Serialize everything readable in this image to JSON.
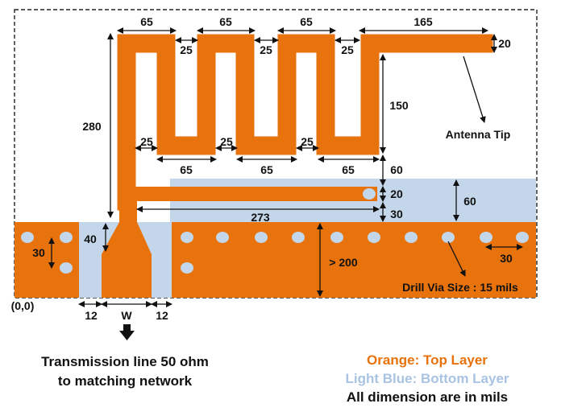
{
  "colors": {
    "top_layer": "#E8720C",
    "bottom_layer": "#C3D6EA",
    "via": "#C3D6EA",
    "legend_orange": "#E8720C",
    "legend_blue": "#A9C3E2",
    "text": "#111111"
  },
  "dimensions": {
    "h65_a": "65",
    "h65_b": "65",
    "h65_c": "65",
    "h165": "165",
    "w20_tip": "20",
    "g25_a": "25",
    "g25_b": "25",
    "g25_c": "25",
    "h280": "280",
    "h150": "150",
    "g25_d": "25",
    "g25_e": "25",
    "g25_f": "25",
    "b65_a": "65",
    "b65_b": "65",
    "b65_c": "65",
    "v60_top": "60",
    "v20_feed": "20",
    "v60_blue": "60",
    "h273": "273",
    "v30_gap": "30",
    "v40": "40",
    "v30_left": "30",
    "v200": "> 200",
    "h30_right": "30",
    "w12_left": "12",
    "w_label": "W",
    "w12_right": "12"
  },
  "labels": {
    "antenna_tip": "Antenna Tip",
    "drill_via": "Drill Via Size : 15 mils",
    "origin": "(0,0)"
  },
  "captions": {
    "transmission_line": "Transmission line 50 ohm",
    "matching_network": "to matching network",
    "legend_orange": "Orange: Top Layer",
    "legend_blue": "Light Blue: Bottom Layer",
    "legend_units": "All dimension are in mils"
  }
}
